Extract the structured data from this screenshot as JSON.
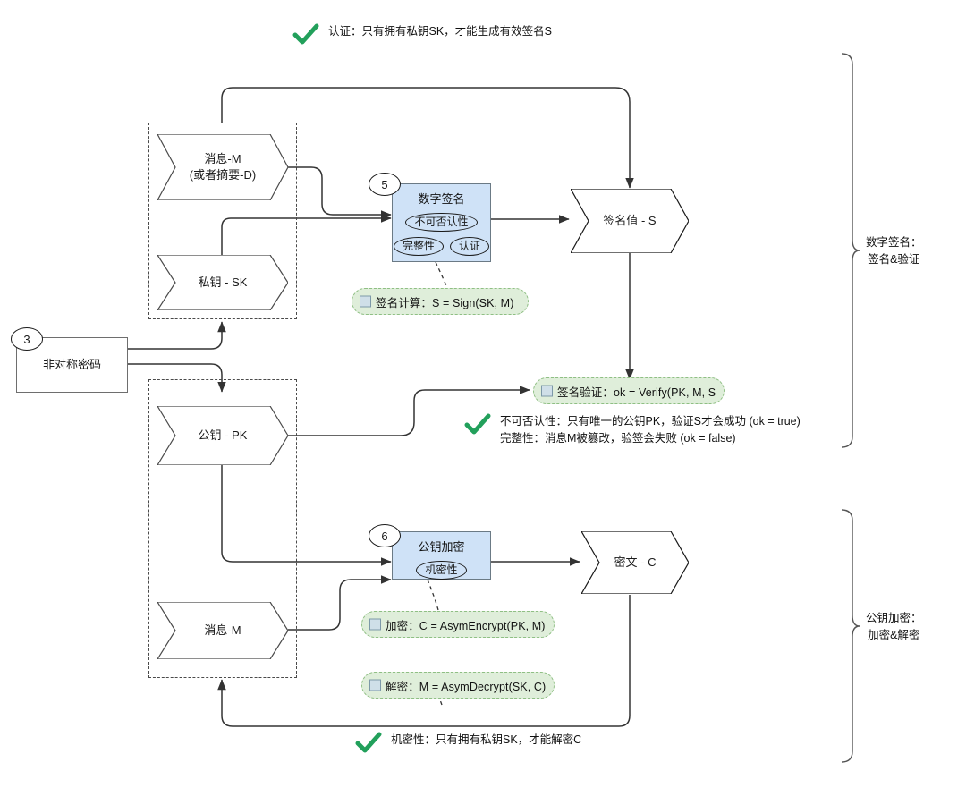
{
  "diagram": {
    "title_annotations": [
      {
        "id": "auth-note",
        "icon": "green-check-icon",
        "text": "认证：只有拥有私钥SK，才能生成有效签名S"
      },
      {
        "id": "confidentiality-note",
        "icon": "green-check-icon",
        "text": "机密性：只有拥有私钥SK，才能解密C"
      }
    ],
    "verify_annotation": {
      "icon": "green-check-icon",
      "line1": "不可否认性：只有唯一的公钥PK，验证S才会成功 (ok = true)",
      "line2": "完整性：消息M被篡改，验签会失败 (ok = false)"
    },
    "root_node": {
      "label": "非对称密码",
      "step": "3"
    },
    "data_nodes": [
      {
        "id": "message-m-digest",
        "label_line1": "消息-M",
        "label_line2": "(或者摘要-D)"
      },
      {
        "id": "private-key-sk",
        "label_line1": "私钥 - SK",
        "label_line2": ""
      },
      {
        "id": "signature-value-s",
        "label_line1": "签名值 - S",
        "label_line2": ""
      },
      {
        "id": "public-key-pk",
        "label_line1": "公钥 - PK",
        "label_line2": ""
      },
      {
        "id": "message-m",
        "label_line1": "消息-M",
        "label_line2": ""
      },
      {
        "id": "ciphertext-c",
        "label_line1": "密文 - C",
        "label_line2": ""
      }
    ],
    "process_nodes": [
      {
        "id": "digital-signature",
        "step": "5",
        "title": "数字签名",
        "tags_row1": [
          "不可否认性"
        ],
        "tags_row2": [
          "完整性",
          "认证"
        ]
      },
      {
        "id": "public-key-encryption",
        "step": "6",
        "title": "公钥加密",
        "tags_row1": [
          "机密性"
        ],
        "tags_row2": []
      }
    ],
    "notes": [
      {
        "id": "sign-note",
        "text": "签名计算：S = Sign(SK, M)"
      },
      {
        "id": "verify-note",
        "text": "签名验证：ok = Verify(PK, M, S"
      },
      {
        "id": "encrypt-note",
        "text": "加密：C = AsymEncrypt(PK, M)"
      },
      {
        "id": "decrypt-note",
        "text": "解密：M = AsymDecrypt(SK, C)"
      }
    ],
    "section_brackets": [
      {
        "id": "signature-section",
        "line1": "数字签名：",
        "line2": "签名&验证"
      },
      {
        "id": "encryption-section",
        "line1": "公钥加密：",
        "line2": "加密&解密"
      }
    ],
    "colors": {
      "process_fill": "#cfe2f7",
      "process_stroke": "#6b7a85",
      "note_fill": "#dfeeda",
      "note_stroke": "#8fbf84",
      "check_green": "#22a05b",
      "wire": "#333333",
      "group_dash": "#4a4a4a"
    }
  }
}
